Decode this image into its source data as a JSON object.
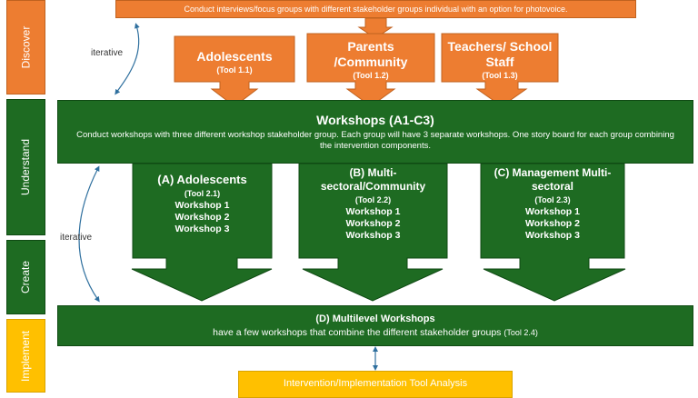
{
  "phases": {
    "discover": "Discover",
    "understand": "Understand",
    "create": "Create",
    "implement": "Implement"
  },
  "top_box": {
    "text": "Conduct interviews/focus groups with different stakeholder groups individual with an option for photovoice."
  },
  "iterative_labels": [
    "iterative",
    "iterative"
  ],
  "discover_groups": [
    {
      "title": "Adolescents",
      "tool": "(Tool 1.1)"
    },
    {
      "title": "Parents /Community",
      "tool": "(Tool 1.2)"
    },
    {
      "title": "Teachers/ School Staff",
      "tool": "(Tool 1.3)"
    }
  ],
  "workshops": {
    "title": "Workshops (A1-C3)",
    "text": "Conduct workshops with three different workshop stakeholder group. Each group will have 3 separate workshops. One story board for each group combining the intervention components."
  },
  "workshop_groups": [
    {
      "title": "(A) Adolescents",
      "tool": "(Tool 2.1)",
      "items": [
        "Workshop 1",
        "Workshop 2",
        "Workshop 3"
      ]
    },
    {
      "title": "(B) Multi-sectoral/Community",
      "tool": "(Tool 2.2)",
      "items": [
        "Workshop 1",
        "Workshop 2",
        "Workshop 3"
      ]
    },
    {
      "title": "(C) Management Multi-sectoral",
      "tool": "(Tool 2.3)",
      "items": [
        "Workshop 1",
        "Workshop 2",
        "Workshop 3"
      ]
    }
  ],
  "multilevel": {
    "title": "(D) Multilevel Workshops",
    "text": "have a few workshops that combine the different stakeholder groups",
    "tool": "(Tool 2.4)"
  },
  "implementation": {
    "text": "Intervention/Implementation Tool Analysis"
  },
  "colors": {
    "orange": "#ED7D31",
    "green": "#1e6b22",
    "yellow": "#FFC000",
    "connector": "#2e6f9e"
  }
}
